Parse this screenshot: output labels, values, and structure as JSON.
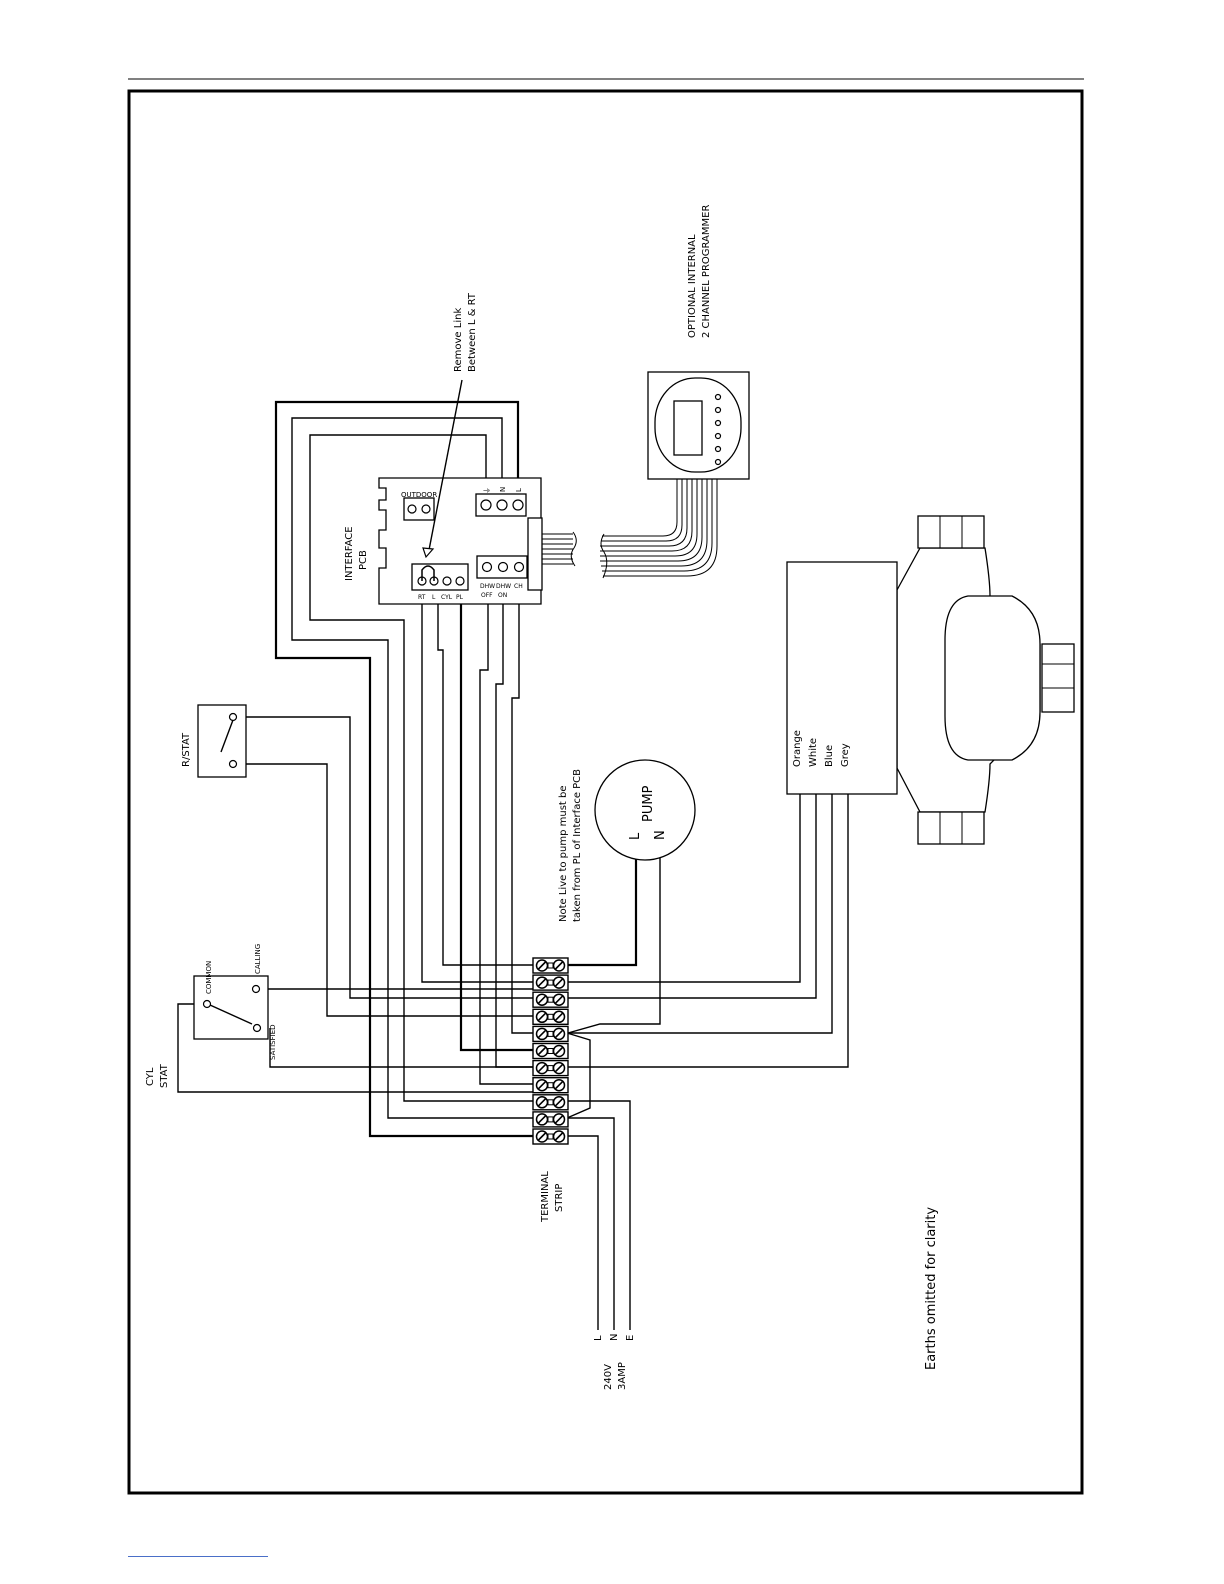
{
  "labels": {
    "optional_programmer_line1": "OPTIONAL INTERNAL",
    "optional_programmer_line2": "2 CHANNEL PROGRAMMER",
    "remove_link_line1": "Remove Link",
    "remove_link_line2": "Between L & RT",
    "interface_pcb_line1": "INTERFACE",
    "interface_pcb_line2": "PCB",
    "outdoor": "OUTDOOR",
    "pcb_bottom_terminals": [
      "RT",
      "L",
      "CYL",
      "PL"
    ],
    "dhw_off_top": "DHW",
    "dhw_off_bottom": "OFF",
    "dhw_on_top": "DHW",
    "dhw_on_bottom": "ON",
    "ch": "CH",
    "power_earth_symbol": "⏚",
    "power_n": "N",
    "power_l": "L",
    "rstat": "R/STAT",
    "pump": "PUMP",
    "pump_l": "L",
    "pump_n": "N",
    "pump_note_line1": "Note Live to pump must be",
    "pump_note_line2": "taken from PL of Interface PCB",
    "valve_wire_orange": "Orange",
    "valve_wire_white": "White",
    "valve_wire_blue": "Blue",
    "valve_wire_grey": "Grey",
    "cyl_stat_line1": "CYL",
    "cyl_stat_line2": "STAT",
    "common": "COMMON",
    "calling": "CALLING",
    "satisfied": "SATISFIED",
    "terminal_strip_line1": "TERMINAL",
    "terminal_strip_line2": "STRIP",
    "supply_l": "L",
    "supply_n": "N",
    "supply_e": "E",
    "supply_voltage": "240V",
    "supply_fuse": "3AMP",
    "earths_note": "Earths omitted for clarity"
  }
}
